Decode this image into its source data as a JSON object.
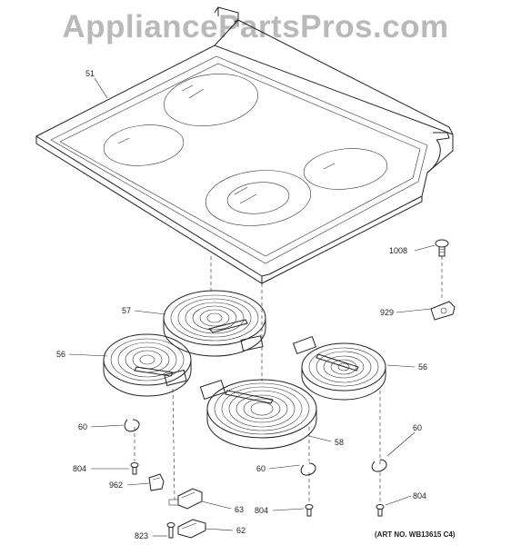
{
  "watermark": "AppliancePartsPros.com",
  "art_number": "(ART NO. WB13615 C4)",
  "callouts": {
    "p51": "51",
    "p1008": "1008",
    "p57": "57",
    "p929": "929",
    "p56_left": "56",
    "p56_right": "56",
    "p58": "58",
    "p60_left": "60",
    "p60_mid": "60",
    "p60_right": "60",
    "p804_left": "804",
    "p804_mid": "804",
    "p804_right": "804",
    "p962": "962",
    "p63": "63",
    "p62": "62",
    "p823": "823"
  }
}
